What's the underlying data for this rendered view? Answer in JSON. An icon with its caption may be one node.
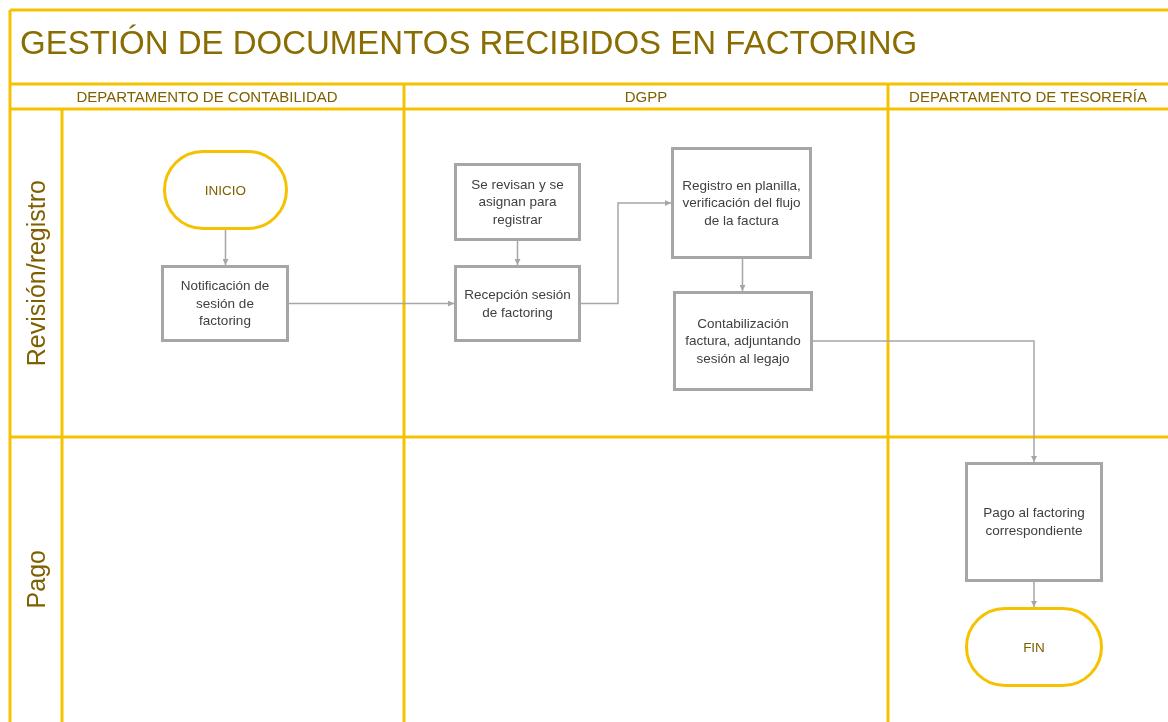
{
  "diagram": {
    "title": "GESTIÓN DE DOCUMENTOS RECIBIDOS EN FACTORING",
    "nodes": [
      {
        "text": [
          "DEPARTAMENTO DE CONTABILIDAD"
        ]
      },
      {
        "text": [
          "DGPP"
        ]
      },
      {
        "text": [
          "DEPARTAMENTO DE TESORERÍA"
        ]
      },
      {
        "text": [
          "Revisión/registro"
        ]
      },
      {
        "text": [
          "Pago"
        ]
      },
      {
        "text": [
          "INICIO"
        ]
      },
      {
        "text": [
          "Notificación de sesión de factoring"
        ]
      },
      {
        "text": [
          "Se revisan y se asignan para registrar"
        ]
      },
      {
        "text": [
          "Recepción sesión de factoring"
        ]
      },
      {
        "text": [
          "Registro en planilla, verificación del flujo de la factura"
        ]
      },
      {
        "text": [
          "Contabilización factura, adjuntando sesión al legajo"
        ]
      },
      {
        "text": [
          "Pago al factoring correspondiente"
        ]
      },
      {
        "text": [
          "FIN"
        ]
      }
    ],
    "edges": [
      {
        "from": 5,
        "to": 6,
        "arrow": "to"
      },
      {
        "from": 6,
        "to": 8,
        "arrow": "to"
      },
      {
        "from": 7,
        "to": 8,
        "arrow": "to"
      },
      {
        "from": 8,
        "to": 9,
        "arrow": "to"
      },
      {
        "from": 9,
        "to": 10,
        "arrow": "to"
      },
      {
        "from": 10,
        "to": 11,
        "arrow": "to"
      },
      {
        "from": 11,
        "to": 12,
        "arrow": "to"
      }
    ]
  }
}
